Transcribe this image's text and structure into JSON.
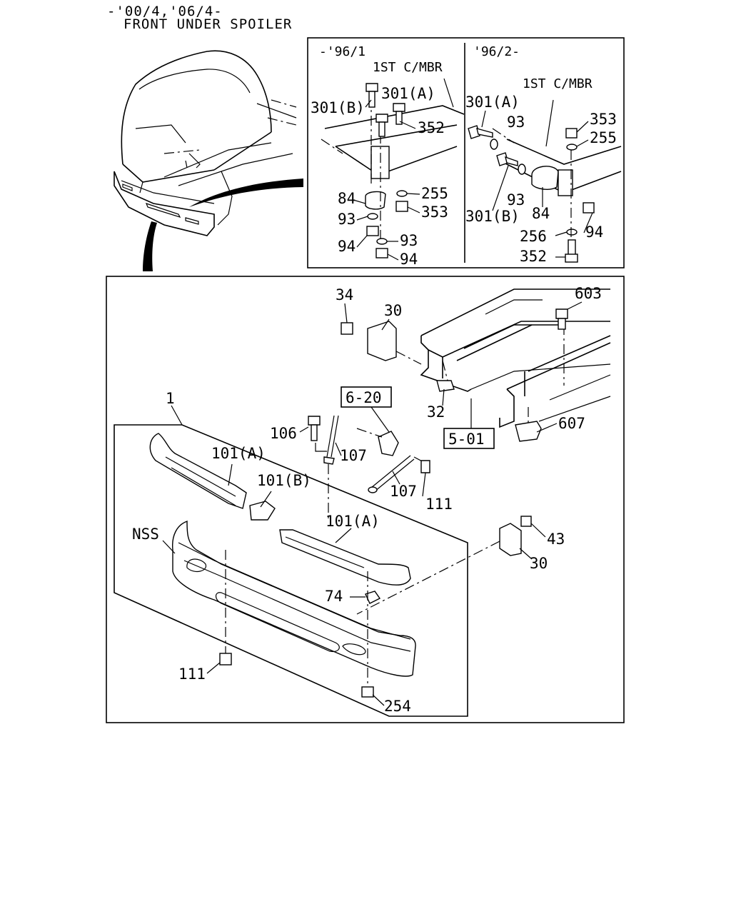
{
  "header": {
    "line1": "-'00/4,'06/4-",
    "line2": "FRONT UNDER SPOILER"
  },
  "inset": {
    "left_title": "-'96/1",
    "right_title": "'96/2-",
    "left_member": "1ST C/MBR",
    "right_member": "1ST C/MBR",
    "left_labels": {
      "l301a": "301(A)",
      "l301b": "301(B)",
      "l352": "352",
      "l84": "84",
      "l255": "255",
      "l93a": "93",
      "l353": "353",
      "l94a": "94",
      "l93b": "93",
      "l94b": "94"
    },
    "right_labels": {
      "l301a": "301(A)",
      "l93a": "93",
      "l353": "353",
      "l255": "255",
      "l93b": "93",
      "l301b": "301(B)",
      "l84": "84",
      "l94": "94",
      "l256": "256",
      "l352": "352"
    }
  },
  "main": {
    "labels": {
      "l34": "34",
      "l30a": "30",
      "l603": "603",
      "l32": "32",
      "l620": "6-20",
      "l501": "5-01",
      "l607": "607",
      "l1": "1",
      "l106": "106",
      "l107a": "107",
      "l101a1": "101(A)",
      "l101b": "101(B)",
      "l107b": "107",
      "l111a": "111",
      "lnss": "NSS",
      "l101a2": "101(A)",
      "l43": "43",
      "l30b": "30",
      "l74": "74",
      "l111b": "111",
      "l254": "254"
    }
  }
}
